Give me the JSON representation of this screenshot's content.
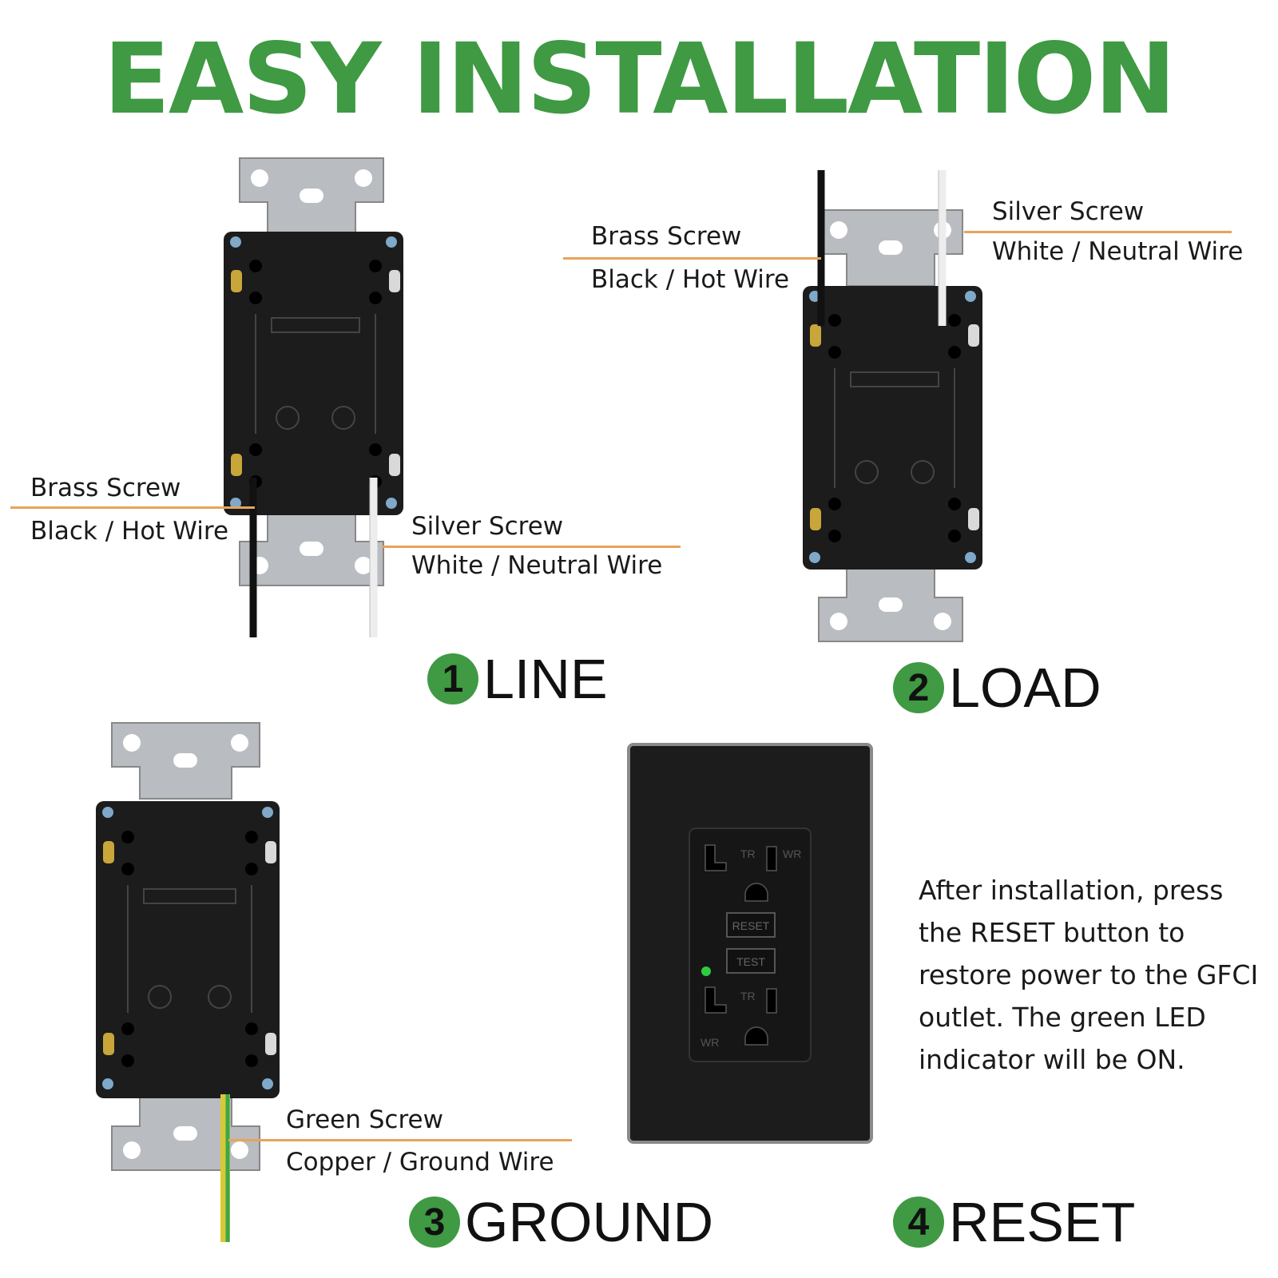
{
  "title": "EASY INSTALLATION",
  "steps": [
    {
      "number": "1",
      "name": "LINE"
    },
    {
      "number": "2",
      "name": "LOAD"
    },
    {
      "number": "3",
      "name": "GROUND"
    },
    {
      "number": "4",
      "name": "RESET"
    }
  ],
  "line_labels": {
    "brass_screw": "Brass Screw",
    "black_hot": "Black / Hot Wire",
    "silver_screw": "Silver Screw",
    "white_neutral": "White / Neutral Wire"
  },
  "load_labels": {
    "brass_screw": "Brass Screw",
    "black_hot": "Black / Hot Wire",
    "silver_screw": "Silver Screw",
    "white_neutral": "White / Neutral Wire"
  },
  "ground_labels": {
    "green_screw": "Green Screw",
    "copper_ground": "Copper / Ground Wire"
  },
  "reset_note": "After installation, press the RESET button to restore power to the GFCI outlet. The green LED indicator will be ON.",
  "outlet_face": {
    "reset_button": "RESET",
    "test_button": "TEST",
    "tr_mark": "TR",
    "wr_mark": "WR"
  },
  "colors": {
    "title_green": "#3f9a43",
    "leader_orange": "#e8a35a",
    "outlet_black": "#1c1c1c",
    "led_green": "#2ecc40"
  }
}
